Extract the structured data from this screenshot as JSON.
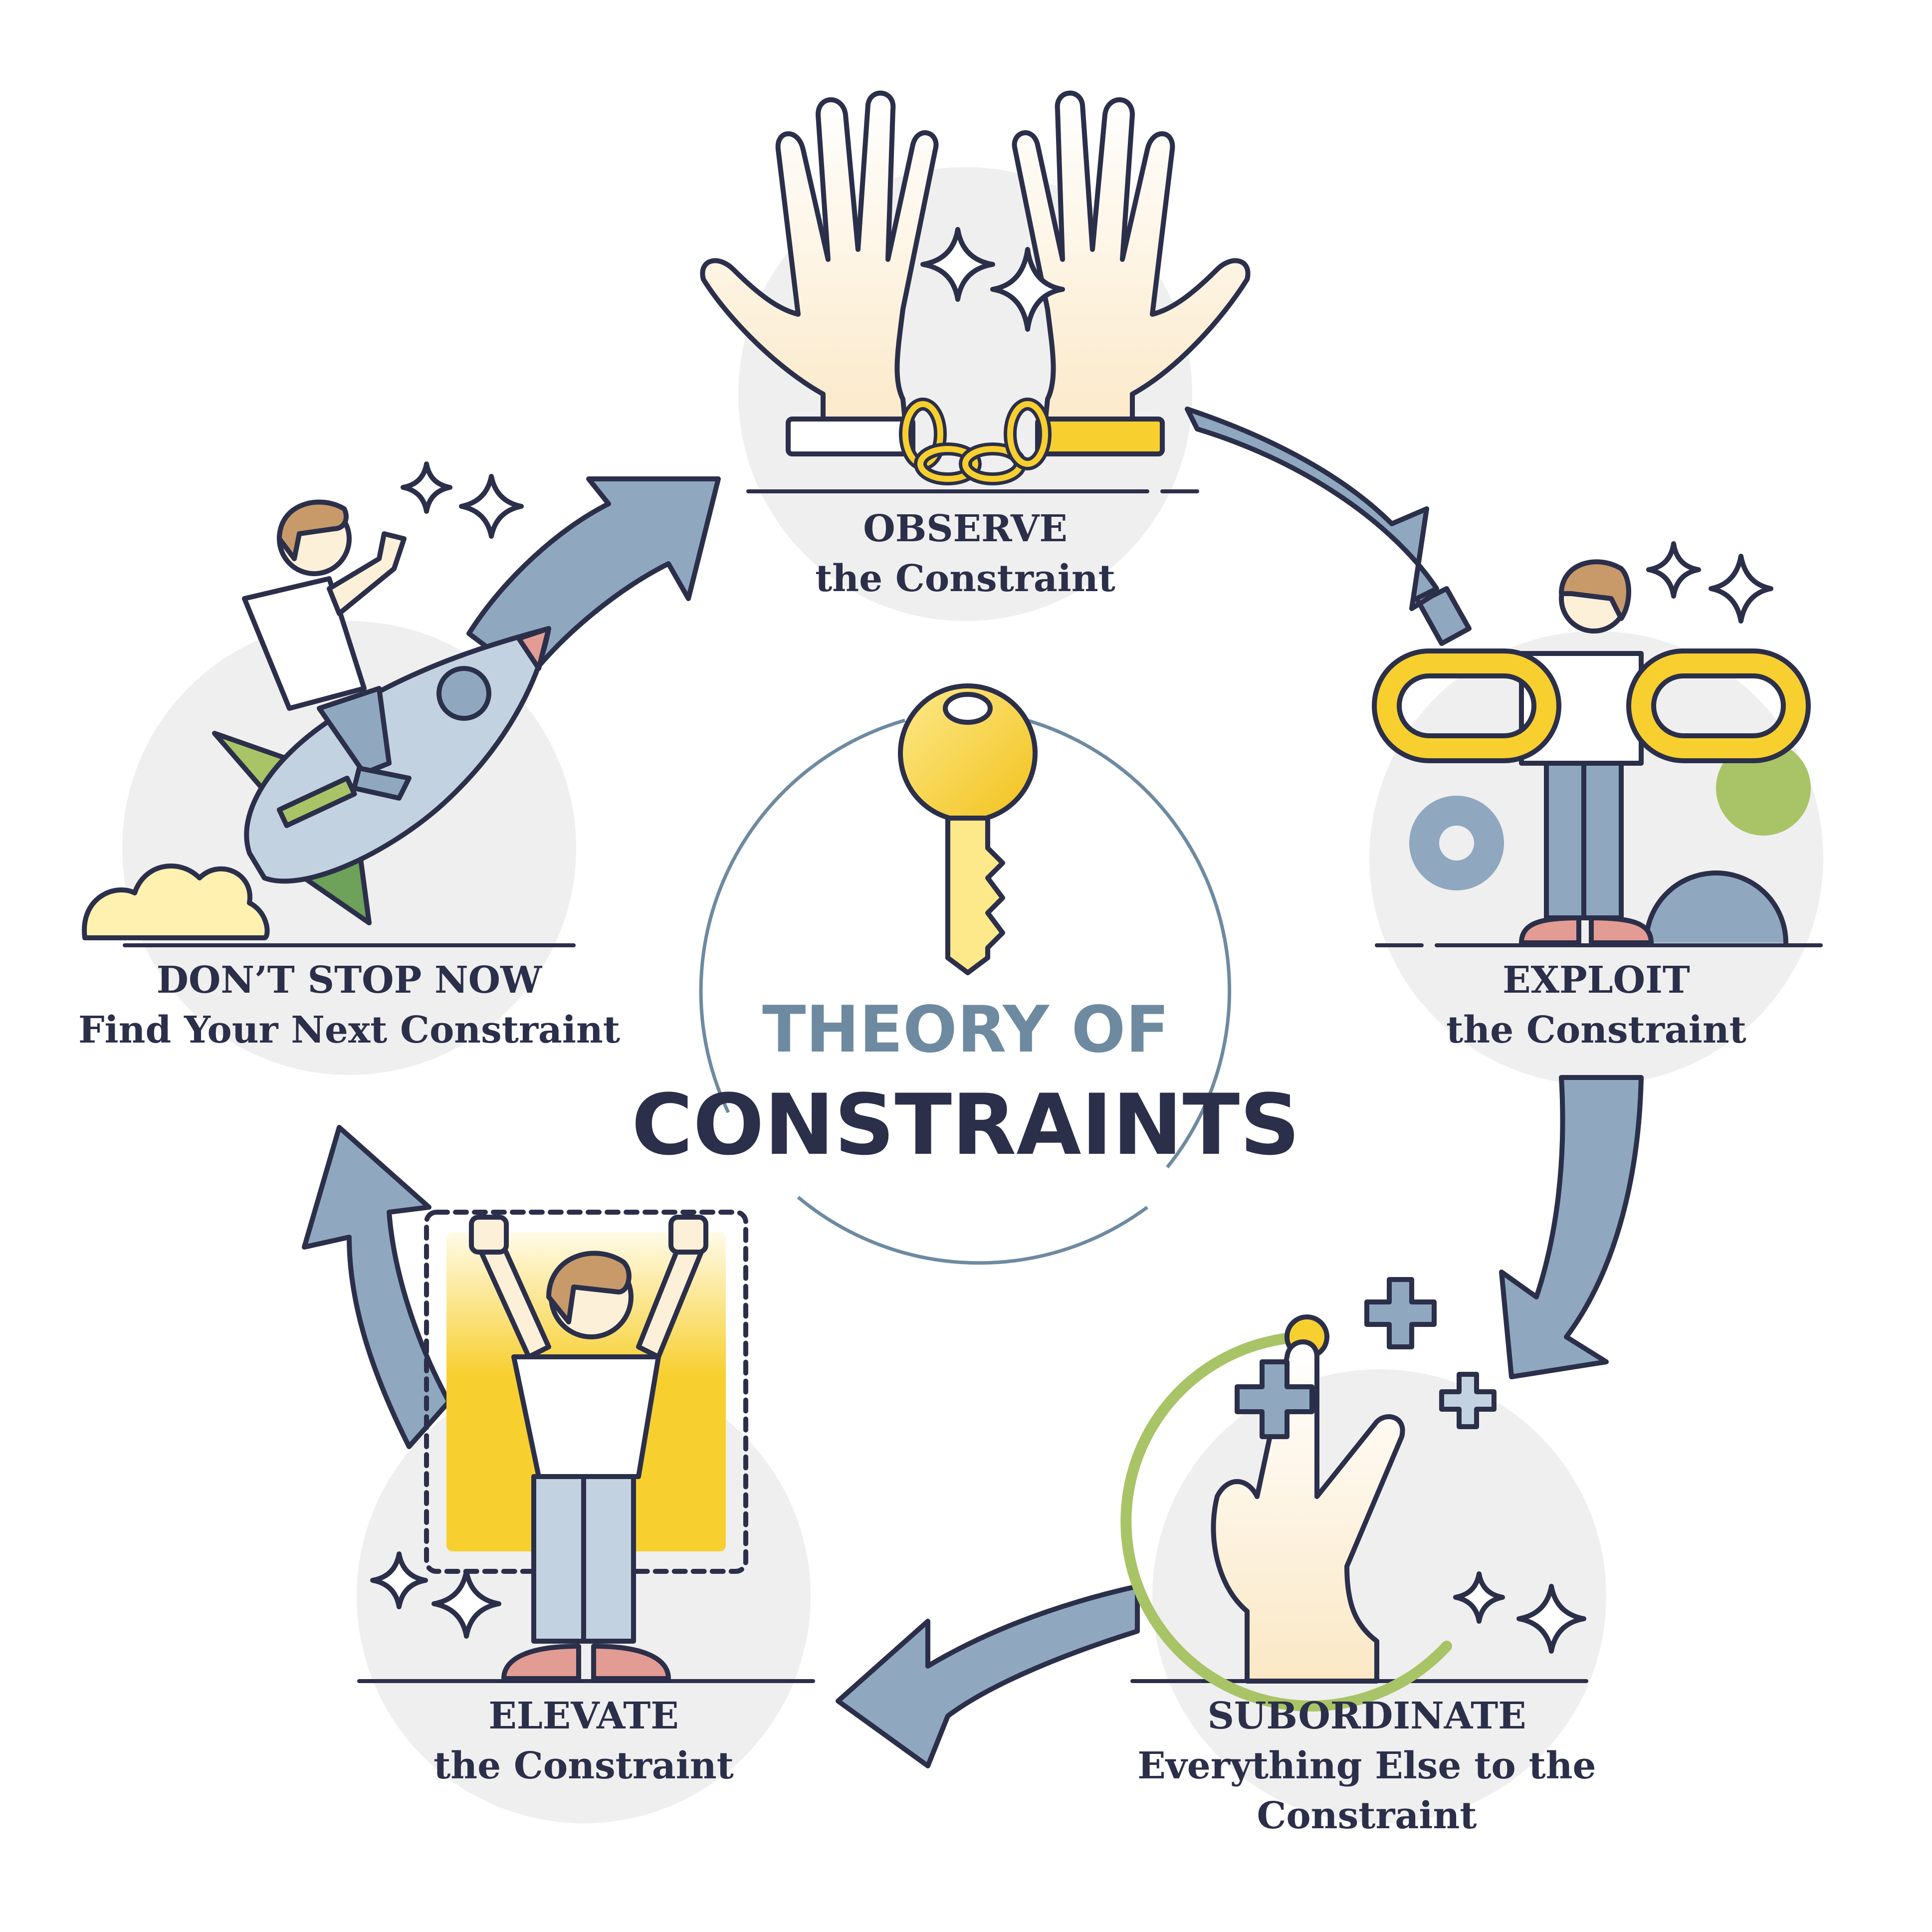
{
  "title": {
    "line1": "THEORY OF",
    "line2": "CONSTRAINTS"
  },
  "steps": [
    {
      "heading": "OBSERVE",
      "subtitle": [
        "the Constraint"
      ]
    },
    {
      "heading": "EXPLOIT",
      "subtitle": [
        "the Constraint"
      ]
    },
    {
      "heading": "SUBORDINATE",
      "subtitle": [
        "Everything Else to the",
        "Constraint"
      ]
    },
    {
      "heading": "ELEVATE",
      "subtitle": [
        "the Constraint"
      ]
    },
    {
      "heading": "DON’T STOP NOW",
      "subtitle": [
        "Find Your Next Constraint"
      ]
    }
  ],
  "icons": [
    "shackled-hands-icon",
    "chain-links-person-icon",
    "pointing-hand-icon",
    "raised-arms-person-icon",
    "rocket-rider-icon",
    "key-icon"
  ],
  "colors": {
    "outline": "#2b2f4a",
    "arrow": "#8fa8c0",
    "yellow": "#f7cf2f",
    "skin": "#fdf0d8",
    "circle_bg": "#efefef",
    "green": "#a8c466",
    "pants": "#8fa8c0",
    "shoe": "#e39c93",
    "title_blue": "#6e8aa0"
  }
}
